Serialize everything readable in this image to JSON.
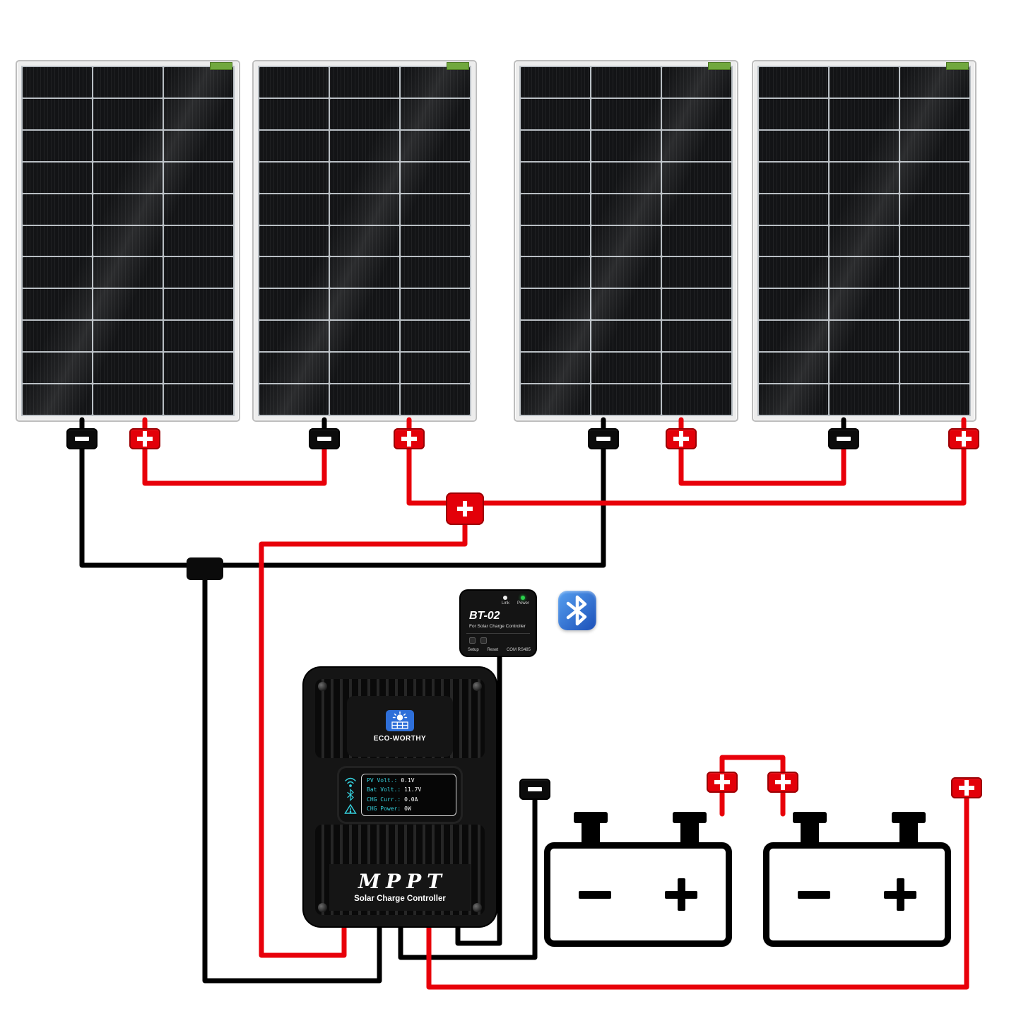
{
  "diagram": {
    "description": "Wiring diagram: four solar panels in two series strings feeding an MPPT solar charge controller with BT-02 Bluetooth module and two batteries"
  },
  "symbols": {
    "plus": "+",
    "minus": "−"
  },
  "panels": {
    "count": 4,
    "grid_rows": 11,
    "grid_cols": 3
  },
  "bt_module": {
    "led_link_label": "Link",
    "led_power_label": "Power",
    "model": "BT-02",
    "subtitle": "For Solar Charge Controller",
    "btn_setup": "Setup",
    "btn_reset": "Reset",
    "port_label": "COM RS485"
  },
  "controller": {
    "brand": "ECO-WORTHY",
    "mode": "MPPT",
    "label": "Solar Charge Controller",
    "display": {
      "lines": [
        {
          "label": "PV Volt.:",
          "value": "0.1V"
        },
        {
          "label": "Bat Volt.:",
          "value": "11.7V"
        },
        {
          "label": "CHG Curr.:",
          "value": "0.0A"
        },
        {
          "label": "CHG Power:",
          "value": "0W"
        }
      ]
    }
  },
  "batteries": {
    "count": 2
  },
  "colors": {
    "positive_wire": "#e8000a",
    "negative_wire": "#000000",
    "bluetooth_blue": "#1b4fb8",
    "led_green": "#2ad24b",
    "display_cyan": "#35d3e0",
    "sticker_green": "#71a83e"
  }
}
